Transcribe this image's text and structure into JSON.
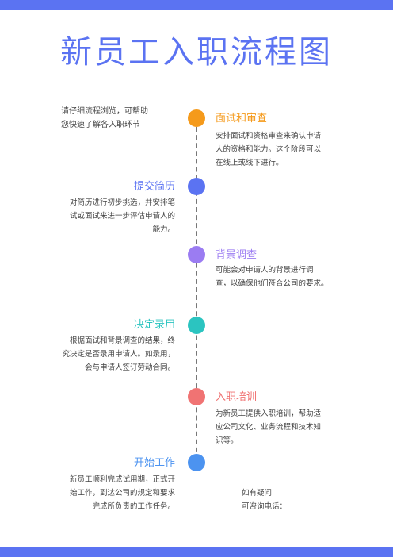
{
  "title": "新员工入职流程图",
  "intro": [
    "请仔细流程浏览，可帮助",
    "您快速了解各入职环节"
  ],
  "steps": [
    {
      "title": "面试和审查",
      "color": "#f59a1b",
      "desc": [
        "安排面试和资格审查来确认申请",
        "人的资格和能力。这个阶段可以",
        "在线上或线下进行。"
      ]
    },
    {
      "title": "提交简历",
      "color": "#5b73f2",
      "desc": [
        "对简历进行初步挑选，并安排笔",
        "试或面试来进一步评估申请人的",
        "能力。"
      ]
    },
    {
      "title": "背景调查",
      "color": "#9b7cf2",
      "desc": [
        "可能会对申请人的背景进行调",
        "查，以确保他们符合公司的要求。"
      ]
    },
    {
      "title": "决定录用",
      "color": "#2bc4c0",
      "desc": [
        "根据面试和背景调查的结果，终",
        "究决定是否录用申请人。如录用，",
        "会与申请人签订劳动合同。"
      ]
    },
    {
      "title": "入职培训",
      "color": "#f07373",
      "desc": [
        "为新员工提供入职培训，帮助适",
        "应公司文化、业务流程和技术知",
        "识等。"
      ]
    },
    {
      "title": "开始工作",
      "color": "#4c93f0",
      "desc": [
        "新员工顺利完成试用期，正式开",
        "始工作，到达公司的规定和要求",
        "完成所负责的工作任务。"
      ]
    }
  ],
  "contact": [
    "如有疑问",
    "可咨询电话："
  ]
}
